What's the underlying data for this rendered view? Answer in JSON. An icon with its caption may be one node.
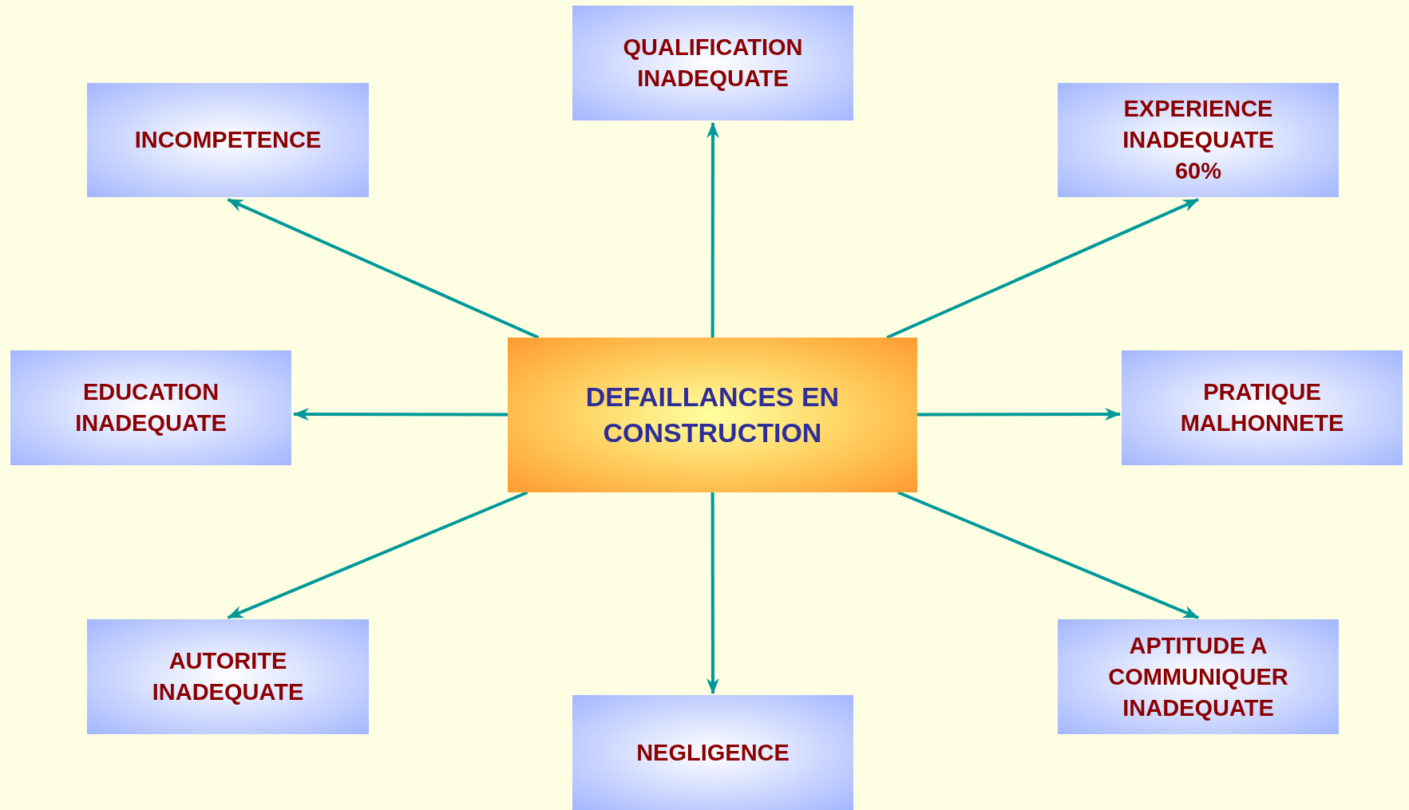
{
  "diagram": {
    "nodes": [
      {
        "text": [
          "QUALIFICATION INADEQUATE"
        ]
      },
      {
        "text": [
          "INCOMPETENCE"
        ]
      },
      {
        "text": [
          "EXPERIENCE INADEQUATE 60%"
        ]
      },
      {
        "text": [
          "EDUCATION INADEQUATE"
        ]
      },
      {
        "text": [
          "DEFAILLANCES EN CONSTRUCTION"
        ]
      },
      {
        "text": [
          "PRATIQUE MALHONNETE"
        ]
      },
      {
        "text": [
          "AUTORITE INADEQUATE"
        ]
      },
      {
        "text": [
          "NEGLIGENCE"
        ]
      },
      {
        "text": [
          "APTITUDE A COMMUNIQUER INADEQUATE"
        ]
      }
    ],
    "edges": [
      {
        "from": 4,
        "to": 0,
        "arrow": "to"
      },
      {
        "from": 4,
        "to": 1,
        "arrow": "to"
      },
      {
        "from": 4,
        "to": 2,
        "arrow": "to"
      },
      {
        "from": 4,
        "to": 3,
        "arrow": "to"
      },
      {
        "from": 4,
        "to": 5,
        "arrow": "to"
      },
      {
        "from": 4,
        "to": 6,
        "arrow": "to"
      },
      {
        "from": 4,
        "to": 7,
        "arrow": "to"
      },
      {
        "from": 4,
        "to": 8,
        "arrow": "to"
      }
    ]
  }
}
